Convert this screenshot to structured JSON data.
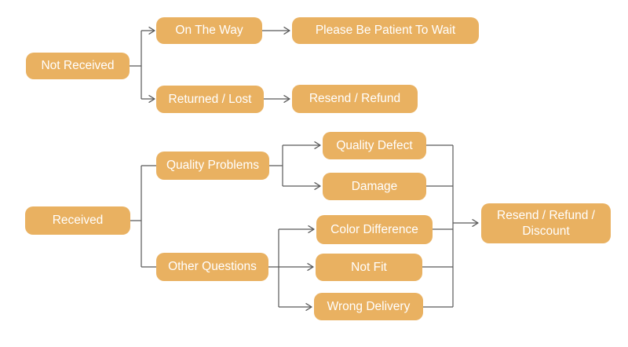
{
  "diagram": {
    "title": "Order issue resolution flowchart",
    "colors": {
      "node_fill": "#E9B161",
      "node_text": "#ffffff",
      "line": "#595959",
      "background": "#ffffff"
    },
    "nodes": [
      {
        "id": "not-received",
        "label": "Not Received"
      },
      {
        "id": "on-the-way",
        "label": "On The Way"
      },
      {
        "id": "please-be-patient",
        "label": "Please Be Patient To Wait"
      },
      {
        "id": "returned-lost",
        "label": "Returned / Lost"
      },
      {
        "id": "resend-refund",
        "label": "Resend / Refund"
      },
      {
        "id": "received",
        "label": "Received"
      },
      {
        "id": "quality-problems",
        "label": "Quality Problems"
      },
      {
        "id": "other-questions",
        "label": "Other Questions"
      },
      {
        "id": "quality-defect",
        "label": "Quality Defect"
      },
      {
        "id": "damage",
        "label": "Damage"
      },
      {
        "id": "color-difference",
        "label": "Color Difference"
      },
      {
        "id": "not-fit",
        "label": "Not Fit"
      },
      {
        "id": "wrong-delivery",
        "label": "Wrong Delivery"
      },
      {
        "id": "resend-refund-discount",
        "label": "Resend / Refund / Discount"
      }
    ],
    "edges": [
      {
        "from": "not-received",
        "to": "on-the-way",
        "arrow": true
      },
      {
        "from": "not-received",
        "to": "returned-lost",
        "arrow": true
      },
      {
        "from": "on-the-way",
        "to": "please-be-patient",
        "arrow": true
      },
      {
        "from": "returned-lost",
        "to": "resend-refund",
        "arrow": true
      },
      {
        "from": "received",
        "to": "quality-problems",
        "arrow": false
      },
      {
        "from": "received",
        "to": "other-questions",
        "arrow": false
      },
      {
        "from": "quality-problems",
        "to": "quality-defect",
        "arrow": true
      },
      {
        "from": "quality-problems",
        "to": "damage",
        "arrow": true
      },
      {
        "from": "other-questions",
        "to": "color-difference",
        "arrow": true
      },
      {
        "from": "other-questions",
        "to": "not-fit",
        "arrow": true
      },
      {
        "from": "other-questions",
        "to": "wrong-delivery",
        "arrow": true
      },
      {
        "from": "quality-defect",
        "to": "resend-refund-discount",
        "arrow": true
      },
      {
        "from": "damage",
        "to": "resend-refund-discount",
        "arrow": true
      },
      {
        "from": "color-difference",
        "to": "resend-refund-discount",
        "arrow": true
      },
      {
        "from": "not-fit",
        "to": "resend-refund-discount",
        "arrow": true
      },
      {
        "from": "wrong-delivery",
        "to": "resend-refund-discount",
        "arrow": true
      }
    ]
  }
}
